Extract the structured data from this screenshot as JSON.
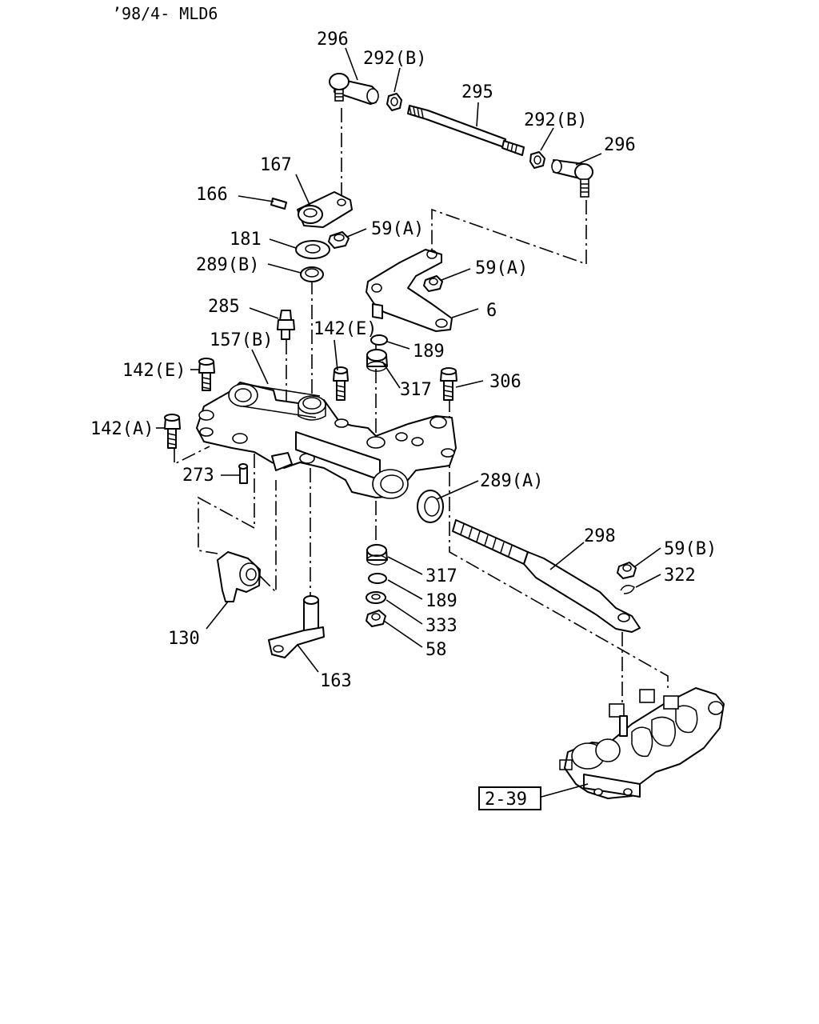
{
  "header": {
    "text": "’98/4- MLD6"
  },
  "labels": {
    "l296a": "296",
    "l292a": "292(B)",
    "l295": "295",
    "l292b": "292(B)",
    "l296b": "296",
    "l167": "167",
    "l166": "166",
    "l59a1": "59(A)",
    "l181": "181",
    "l289b": "289(B)",
    "l59a2": "59(A)",
    "l6": "6",
    "l285": "285",
    "l157b": "157(B)",
    "l142e1": "142(E)",
    "l189a": "189",
    "l142e2": "142(E)",
    "l317a": "317",
    "l306": "306",
    "l142a": "142(A)",
    "l273": "273",
    "l289a": "289(A)",
    "l298": "298",
    "l59b": "59(B)",
    "l322": "322",
    "l317b": "317",
    "l189b": "189",
    "l333": "333",
    "l58": "58",
    "l130": "130",
    "l163": "163",
    "ref": "2-39"
  }
}
